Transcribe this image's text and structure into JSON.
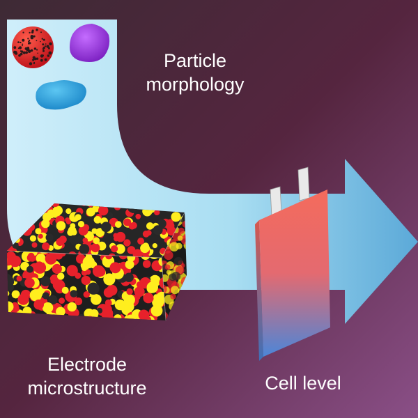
{
  "labels": {
    "particle": [
      "Particle",
      "morphology"
    ],
    "electrode": [
      "Electrode",
      "microstructure"
    ],
    "cell": "Cell level"
  },
  "colors": {
    "background_top": "#4a2c3c",
    "background_bottom": "#8a4e86",
    "flow_arrow": "#a8def0",
    "particle_red": "#e8212b",
    "particle_yellow": "#ffee1e",
    "particle_dark": "#2a2a2a",
    "purple_particle": "#9c2fe0",
    "blue_particle": "#2aa2e0",
    "cell_top": "#f2665a",
    "cell_bottom": "#4f86d6",
    "cell_tab": "#e8e8e8"
  }
}
